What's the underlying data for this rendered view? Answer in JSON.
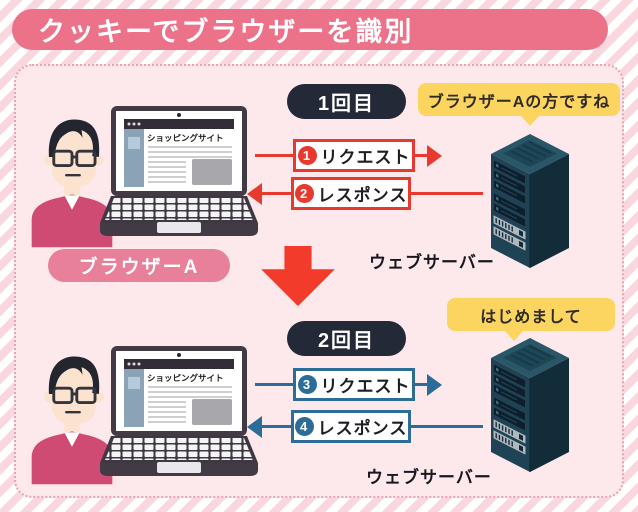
{
  "title": "クッキーでブラウザーを識別",
  "colors": {
    "accent_red": "#e8392f",
    "accent_blue": "#2b6d97",
    "bubble_yellow": "#fbd55f",
    "round_pill_dark": "#232936",
    "title_pink": "#ec7289",
    "browser_pill_pink": "#e8809a",
    "panel_pink": "#fdeaec"
  },
  "laptop_screen": {
    "site_title": "ショッピングサイト"
  },
  "section1": {
    "round_label": "1回目",
    "bubble": "ブラウザーAの方ですね",
    "request": {
      "number": "1",
      "label": "リクエスト"
    },
    "response": {
      "number": "2",
      "label": "レスポンス"
    },
    "server_label": "ウェブサーバー"
  },
  "middle": {
    "browser_label": "ブラウザーA"
  },
  "section2": {
    "round_label": "2回目",
    "bubble": "はじめまして",
    "request": {
      "number": "3",
      "label": "リクエスト"
    },
    "response": {
      "number": "4",
      "label": "レスポンス"
    },
    "server_label": "ウェブサーバー"
  }
}
